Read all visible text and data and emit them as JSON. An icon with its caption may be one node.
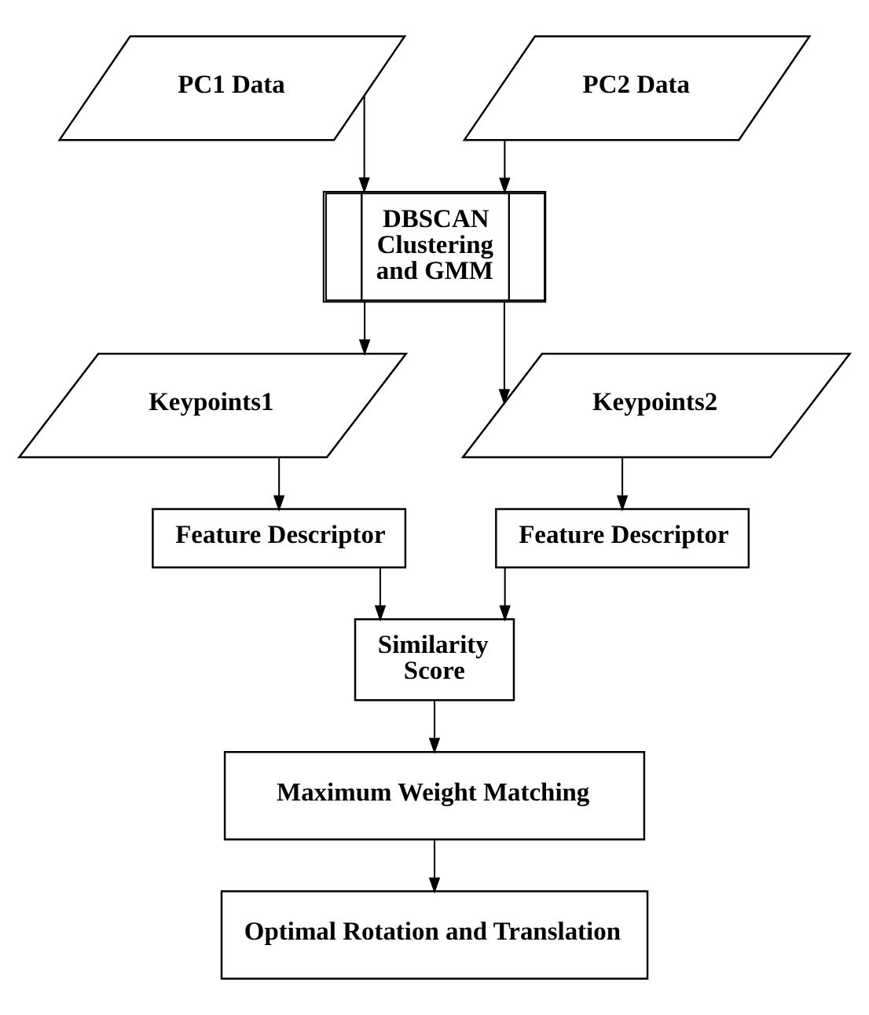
{
  "diagram": {
    "nodes": [
      {
        "text": [
          "PC1 Data"
        ]
      },
      {
        "text": [
          "PC2 Data"
        ]
      },
      {
        "text": [
          "DBSCAN Clustering and GMM"
        ]
      },
      {
        "text": [
          "Keypoints1"
        ]
      },
      {
        "text": [
          "Keypoints2"
        ]
      },
      {
        "text": [
          "Feature Descriptor"
        ]
      },
      {
        "text": [
          "Feature Descriptor"
        ]
      },
      {
        "text": [
          "Similarity Score"
        ]
      },
      {
        "text": [
          "Maximum Weight Matching"
        ]
      },
      {
        "text": [
          "Optimal Rotation and Translation"
        ]
      }
    ],
    "edges": [
      {
        "from": 0,
        "to": 2,
        "arrow": "to"
      },
      {
        "from": 1,
        "to": 2,
        "arrow": "to"
      },
      {
        "from": 2,
        "to": 3,
        "arrow": "to"
      },
      {
        "from": 2,
        "to": 4,
        "arrow": "to"
      },
      {
        "from": 3,
        "to": 5,
        "arrow": "to"
      },
      {
        "from": 4,
        "to": 6,
        "arrow": "to"
      },
      {
        "from": 5,
        "to": 7,
        "arrow": "to"
      },
      {
        "from": 6,
        "to": 7,
        "arrow": "to"
      },
      {
        "from": 7,
        "to": 8,
        "arrow": "to"
      },
      {
        "from": 8,
        "to": 9,
        "arrow": "to"
      }
    ]
  }
}
